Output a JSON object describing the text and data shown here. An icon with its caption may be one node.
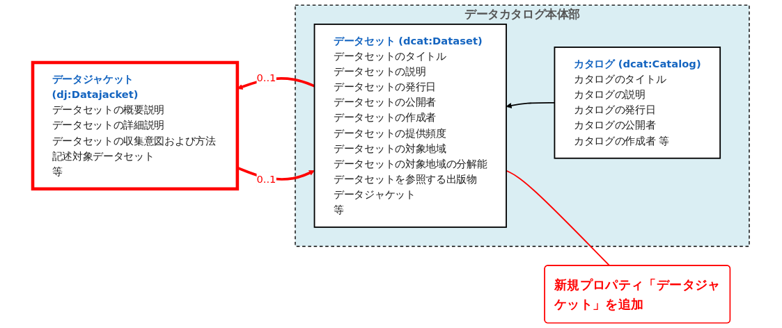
{
  "diagram": {
    "nodes": [
      {
        "text": [
          "データカタログ本体部"
        ]
      },
      {
        "text": [
          "カタログ (dcat:Catalog)",
          "カタログのタイトル",
          "カタログの説明",
          "カタログの発行日",
          "カタログの公開者",
          "カタログの作成者 等"
        ],
        "in": 0
      },
      {
        "text": [
          "データジャケット (dj:Datajacket)",
          "データセットの概要説明",
          "データセットの詳細説明",
          "データセットの収集意図および方法",
          "記述対象データセット",
          "等"
        ]
      },
      {
        "text": [
          "データセット (dcat:Dataset)",
          "データセットのタイトル",
          "データセットの説明",
          "データセットの発行日",
          "データセットの公開者",
          "データセットの作成者",
          "データセットの提供頻度",
          "データセットの対象地域",
          "データセットの対象地域の分解能",
          "データセットを参照する出版物",
          "データジャケット",
          "等"
        ],
        "in": 0
      },
      {
        "text": [
          "新規プロパティ「データジャケット」を追加"
        ]
      }
    ],
    "edges": [
      {
        "from": 1,
        "to": 3,
        "arrow": "to",
        "color": "#000000"
      },
      {
        "from": 3,
        "to": 2,
        "arrow": "to",
        "label": "0..1",
        "style": "thick",
        "color": "#ff0000"
      },
      {
        "from": 2,
        "to": 3,
        "arrow": "to",
        "label": "0..1",
        "style": "thick",
        "color": "#ff0000"
      },
      {
        "from": 4,
        "to": 3,
        "arrow": "none",
        "color": "#ff0000"
      }
    ]
  }
}
